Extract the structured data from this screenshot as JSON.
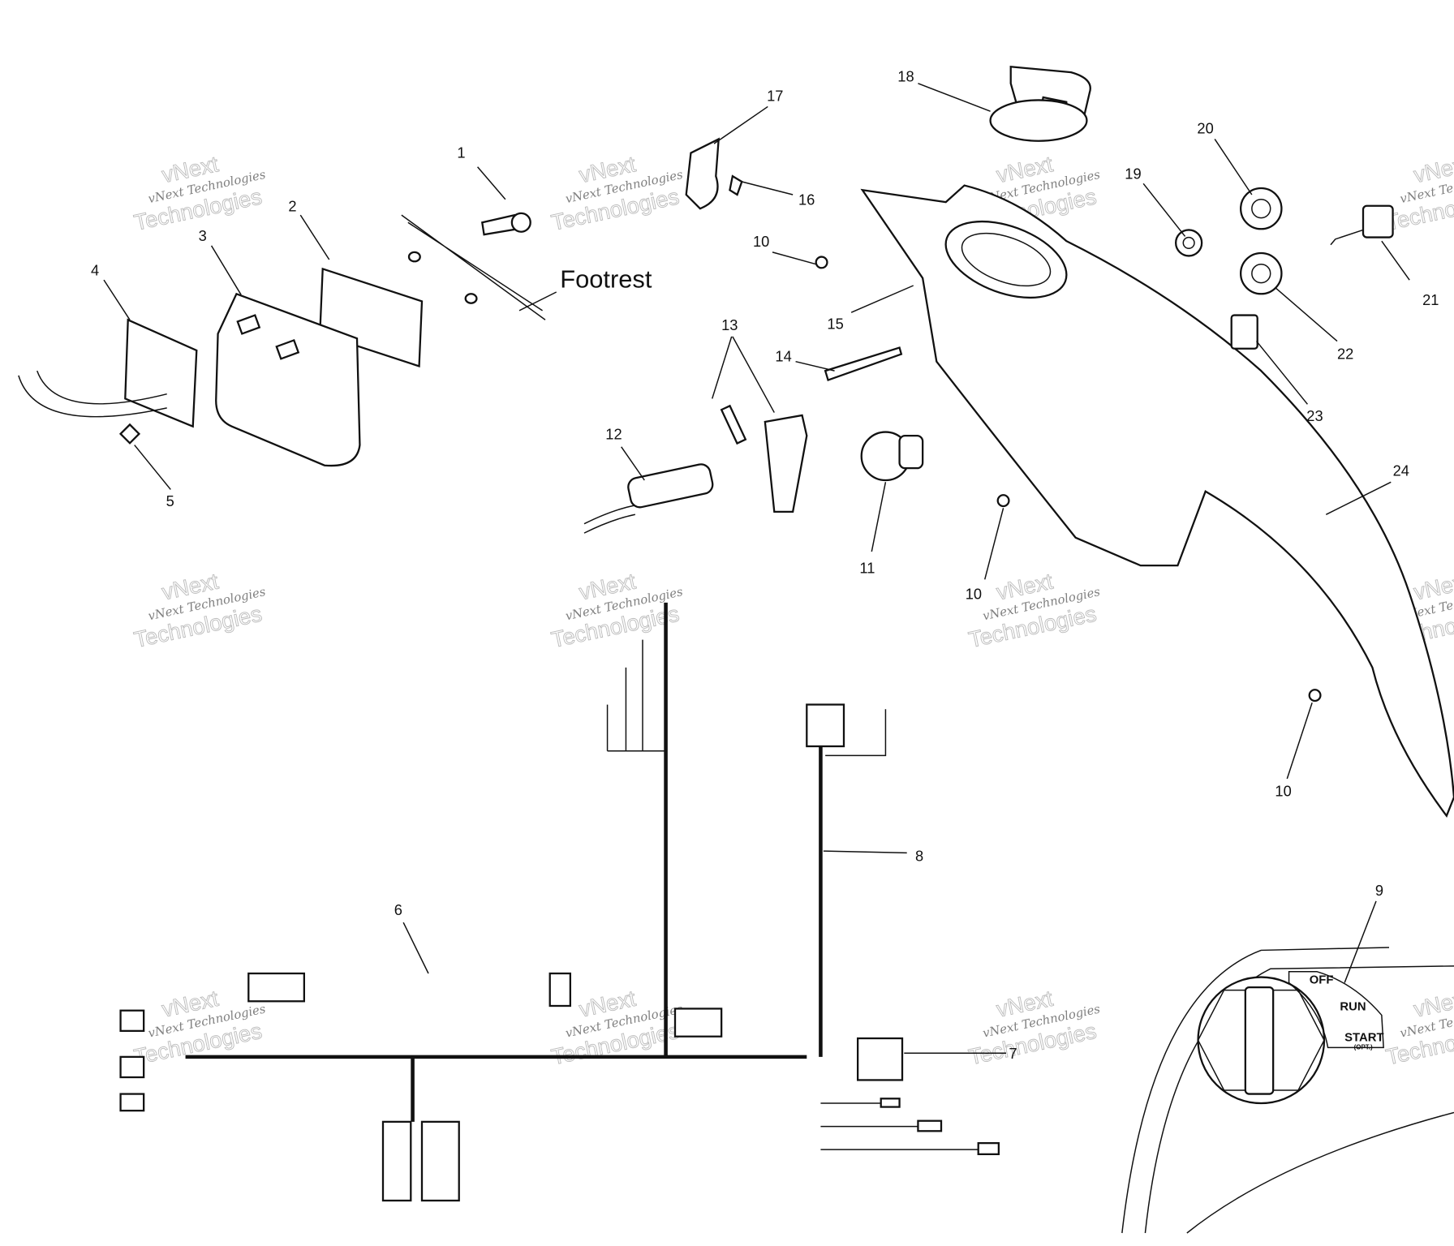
{
  "diagram": {
    "title_label": "Footrest",
    "callouts": [
      "1",
      "2",
      "3",
      "4",
      "5",
      "6",
      "7",
      "8",
      "9",
      "10",
      "11",
      "12",
      "13",
      "14",
      "15",
      "16",
      "17",
      "18",
      "19",
      "20",
      "21",
      "22",
      "23",
      "24"
    ],
    "switch_positions": {
      "off": "OFF",
      "run": "RUN",
      "start": "START",
      "start_note": "(OPT.)"
    },
    "watermark": {
      "line1": "vNext Technologies",
      "line2": "Technologies",
      "line3": "vNext"
    }
  }
}
